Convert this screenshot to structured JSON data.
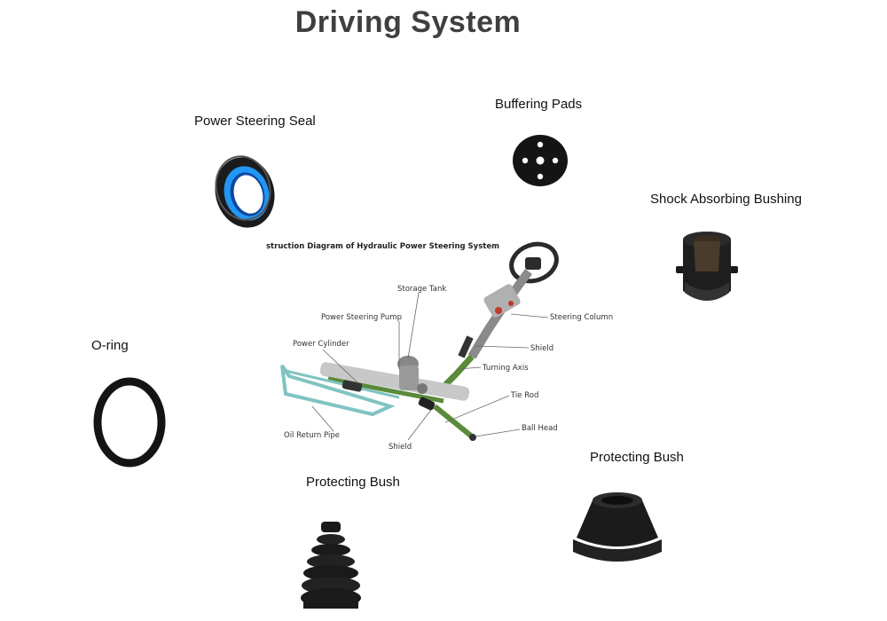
{
  "title": "Driving System",
  "parts": {
    "power_steering_seal": "Power Steering Seal",
    "buffering_pads": "Buffering Pads",
    "shock_absorbing_bushing": "Shock Absorbing Bushing",
    "o_ring": "O-ring",
    "protecting_bush_left": "Protecting Bush",
    "protecting_bush_right": "Protecting Bush"
  },
  "diagram": {
    "title": "struction Diagram of Hydraulic Power Steering System",
    "labels": {
      "storage_tank": "Storage Tank",
      "power_steering_pump": "Power Steering Pump",
      "steering_column": "Steering Column",
      "power_cylinder": "Power Cylinder",
      "shield_upper": "Shield",
      "turning_axis": "Turning Axis",
      "tie_rod": "Tie Rod",
      "ball_head": "Ball Head",
      "oil_return_pipe": "Oil Return Pipe",
      "shield_lower": "Shield"
    }
  },
  "colors": {
    "title": "#3f3f3f",
    "seal_blue": "#1e88e5",
    "rubber_black": "#111111",
    "pipe_teal": "#7fc4c2",
    "steering_green": "#5a8a3a"
  }
}
